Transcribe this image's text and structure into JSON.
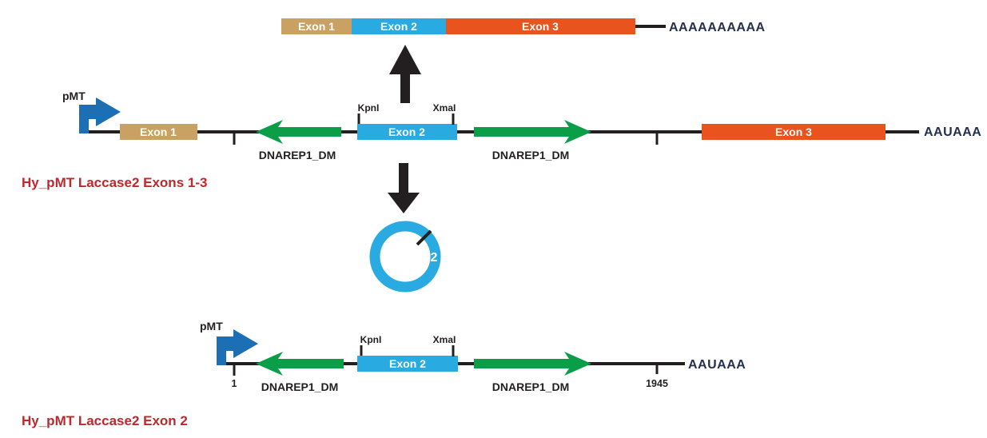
{
  "colors": {
    "exon1_tan": "#C9A162",
    "exon2_blue": "#29ABE2",
    "exon3_orange": "#E9531D",
    "repeat_green": "#0A9E49",
    "promoter_blue": "#1C6FB5",
    "label_crimson": "#C1272D",
    "line_black": "#231F20",
    "plasmid_blue": "#29ABE2"
  },
  "mrna": {
    "exon1": "Exon 1",
    "exon2": "Exon 2",
    "exon3": "Exon 3",
    "poly_a_tail": "AAAAAAAAAA"
  },
  "construct_exons_1_3": {
    "promoter": "pMT",
    "exon1": "Exon 1",
    "exon2": "Exon 2",
    "exon3": "Exon 3",
    "restriction_site_left": "KpnI",
    "restriction_site_right": "XmaI",
    "repeat_left": "DNAREP1_DM",
    "repeat_right": "DNAREP1_DM",
    "poly_a_signal": "AAUAAA",
    "label": "Hy_pMT Laccase2 Exons 1-3"
  },
  "plasmid": {
    "insert_number": "2"
  },
  "construct_exon_2": {
    "promoter": "pMT",
    "start_position": "1",
    "end_position": "1945",
    "exon2": "Exon 2",
    "restriction_site_left": "KpnI",
    "restriction_site_right": "XmaI",
    "repeat_left": "DNAREP1_DM",
    "repeat_right": "DNAREP1_DM",
    "poly_a_signal": "AAUAAA",
    "label": "Hy_pMT Laccase2 Exon 2"
  }
}
